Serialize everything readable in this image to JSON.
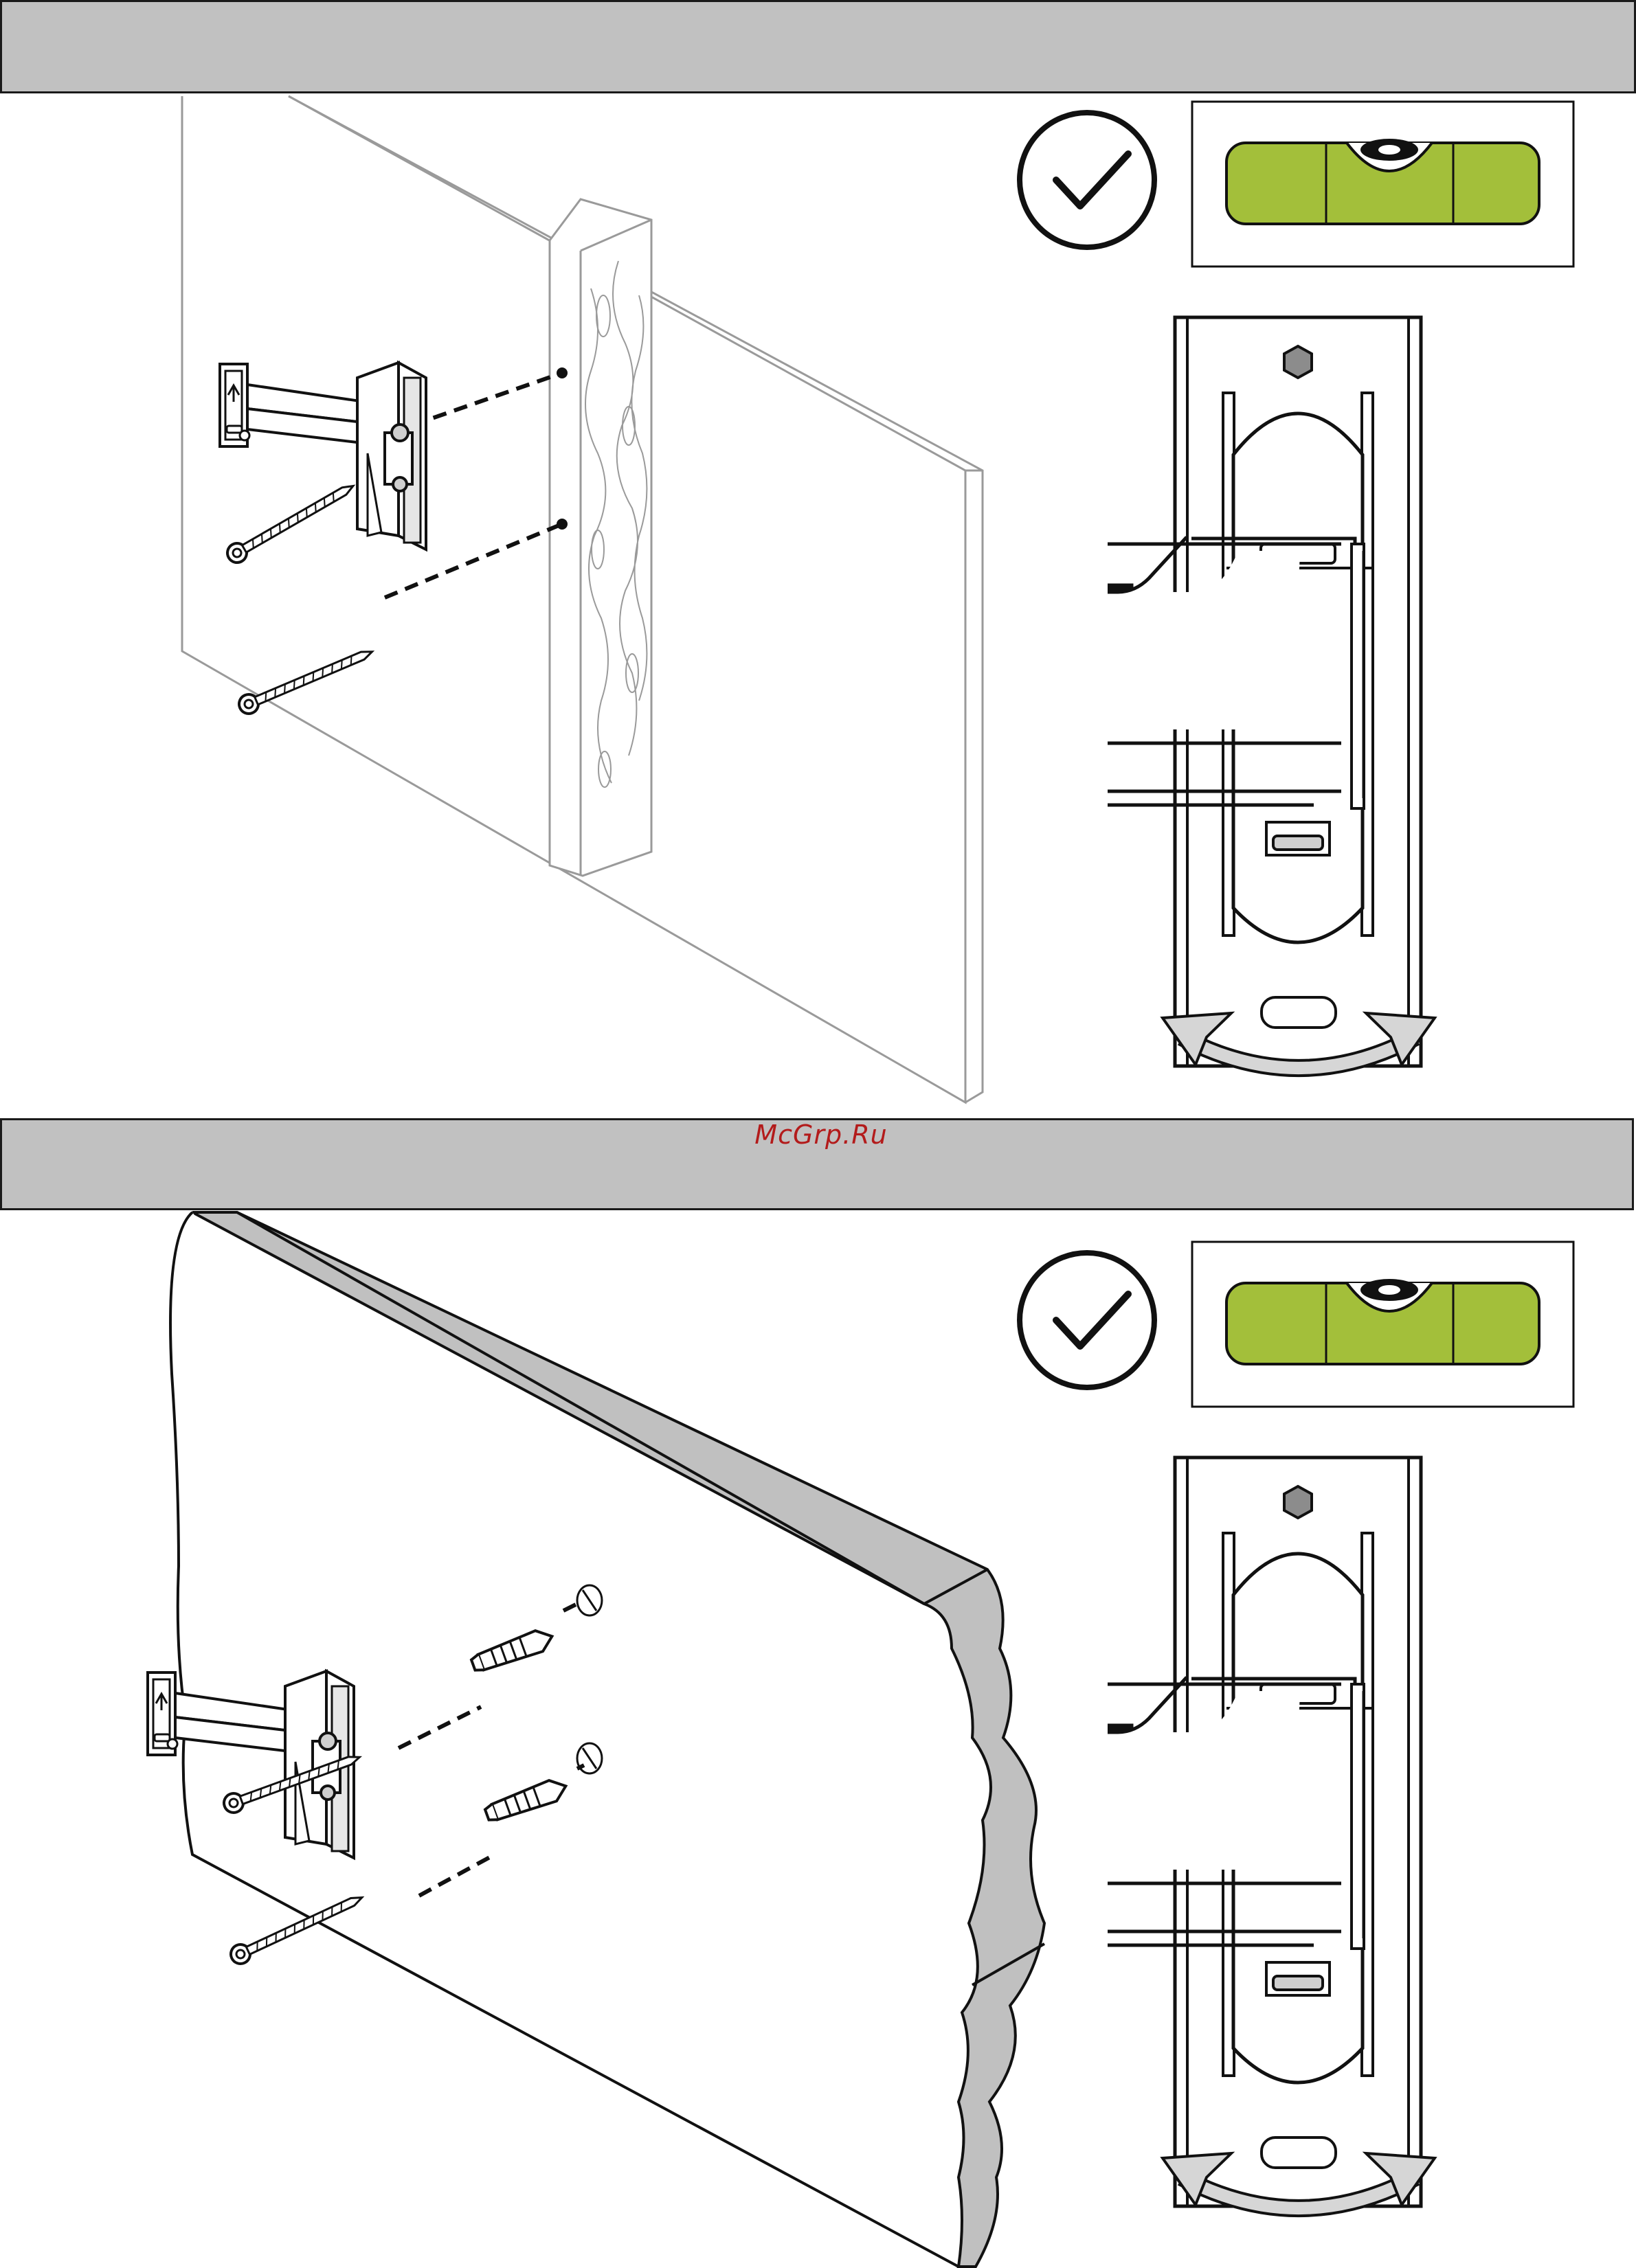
{
  "watermark": {
    "text": "McGrp.Ru"
  },
  "colors": {
    "header_band": "#c1c1c1",
    "level_bubble": "#a3bf3a",
    "wall_edge": "#c0c0c0",
    "bolt": "#8c8c8c",
    "watermark": "#b31b1b"
  },
  "steps": [
    {
      "wall": "wood-stud",
      "icons": [
        "checkmark-circle-icon",
        "spirit-level-icon",
        "bracket-front-view",
        "rotation-arrow-icon"
      ],
      "fasteners": [
        "lag-bolt-icon",
        "lag-bolt-icon"
      ]
    },
    {
      "wall": "concrete-wall",
      "icons": [
        "checkmark-circle-icon",
        "spirit-level-icon",
        "bracket-front-view",
        "rotation-arrow-icon"
      ],
      "fasteners": [
        "wall-anchor-icon",
        "wall-anchor-icon",
        "lag-bolt-icon",
        "lag-bolt-icon"
      ]
    }
  ]
}
